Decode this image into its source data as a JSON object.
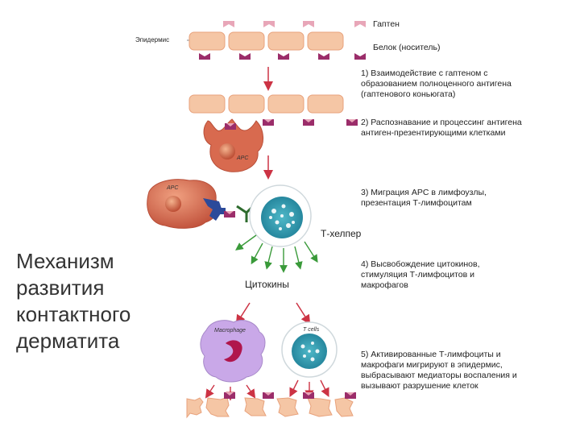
{
  "labels": {
    "epidermis": "Эпидермис",
    "hapten": "Гаптен",
    "carrier_protein": "Белок (носитель)",
    "t_helper": "Т-хелпер",
    "cytokines": "Цитокины",
    "apc_small": "APC",
    "apc_cell": "APC",
    "macrophage": "Macrophage",
    "t_cells": "T cells"
  },
  "steps": [
    "1) Взаимодействие с гаптеном с образованием полноценного антигена (гаптенового коньюгата)",
    "2) Распознавание и процессинг антигена антиген-презентирующими клетками",
    "3) Миграция APC в лимфоузлы, презентация Т-лимфоцитам",
    "4) Высвобождение цитокинов, стимуляция Т-лимфоцитов и макрофагов",
    "5) Активированные Т-лимфоциты и макрофаги мигрируют в эпидермис, выбрасывают медиаторы воспаления и вызывают разрушение клеток"
  ],
  "title_lines": [
    "Механизм",
    "развития",
    "контактного",
    "дерматита"
  ],
  "colors": {
    "epidermis_cell": "#f5c6a5",
    "epidermis_cell_border": "#e8a27c",
    "hapten": "#e8a6b8",
    "carrier": "#9b2d6a",
    "arrow": "#cc3344",
    "apc": "#d86a4f",
    "cytokine_arrow": "#3a9a3a",
    "macrophage": "#c9a8e8"
  }
}
